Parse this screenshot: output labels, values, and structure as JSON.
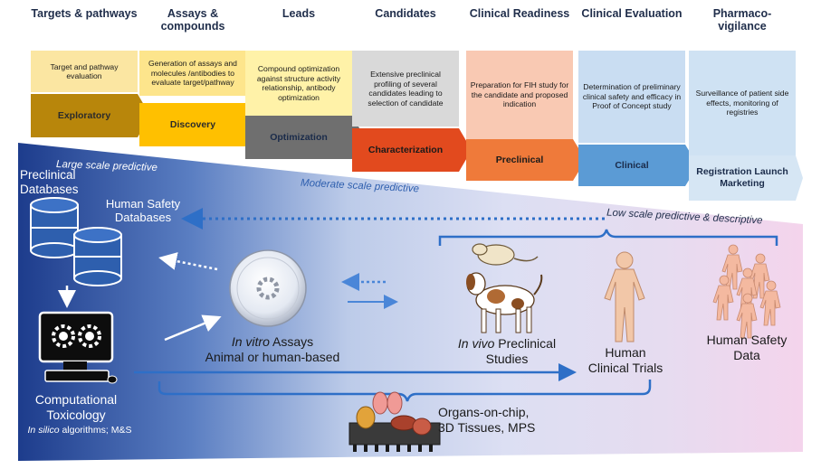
{
  "stages": [
    {
      "title": "Targets & pathways",
      "description": "Target and pathway evaluation",
      "phase": "Exploratory"
    },
    {
      "title": "Assays & compounds",
      "description": "Generation of assays and molecules /antibodies to evaluate target/pathway",
      "phase": "Discovery"
    },
    {
      "title": "Leads",
      "description": "Compound optimization against structure activity relationship, antibody optimization",
      "phase": "Optimization"
    },
    {
      "title": "Candidates",
      "description": "Extensive preclinical profiling of several candidates leading to selection of candidate",
      "phase": "Characterization"
    },
    {
      "title": "Clinical Readiness",
      "description": "Preparation for FIH study for the candidate and proposed indication",
      "phase": "Preclinical"
    },
    {
      "title": "Clinical Evaluation",
      "description": "Determination of preliminary clinical safety and efficacy in Proof of Concept study",
      "phase": "Clinical"
    },
    {
      "title": "Pharmaco-vigilance",
      "description": "Surveillance of patient side effects, monitoring of registries",
      "phase": "Registration Launch Marketing"
    }
  ],
  "scale_labels": {
    "large": "Large scale predictive",
    "moderate": "Moderate scale predictive",
    "low": "Low scale predictive & descriptive"
  },
  "databases": {
    "preclinical": "Preclinical Databases",
    "human_safety": "Human Safety Databases"
  },
  "computational": {
    "title": "Computational Toxicology",
    "subtitle_italic": "In silico",
    "subtitle_rest": " algorithms; M&S"
  },
  "in_vitro": {
    "italic": "In vitro",
    "rest": " Assays",
    "line2": "Animal or human-based"
  },
  "in_vivo": {
    "italic": "In vivo",
    "rest": " Preclinical",
    "line2": "Studies"
  },
  "clinical_trials": {
    "line1": "Human",
    "line2": "Clinical Trials"
  },
  "human_safety_data": {
    "line1": "Human Safety",
    "line2": "Data"
  },
  "organs": {
    "line1": "Organs-on-chip,",
    "line2": "3D Tissues, MPS"
  },
  "colors": {
    "stage_top": [
      "#fbe6a2",
      "#fde58c",
      "#fff2a8",
      "#d9d9d9",
      "#f9c9b3",
      "#c9ddf2",
      "#cfe2f3"
    ],
    "stage_phase": [
      "#b8860b",
      "#ffc000",
      "#6f6f6f",
      "#e24a1e",
      "#ef7a3a",
      "#5b9bd5",
      "#d6e6f4"
    ],
    "phase_text": [
      "#2b2b2b",
      "#2b2b2b",
      "#1a2b4a",
      "#1a1a1a",
      "#1a1a1a",
      "#1a2b4a",
      "#1a2b4a"
    ],
    "accent_blue": "#2e6fc7",
    "dark_blue": "#1f3b8c"
  }
}
